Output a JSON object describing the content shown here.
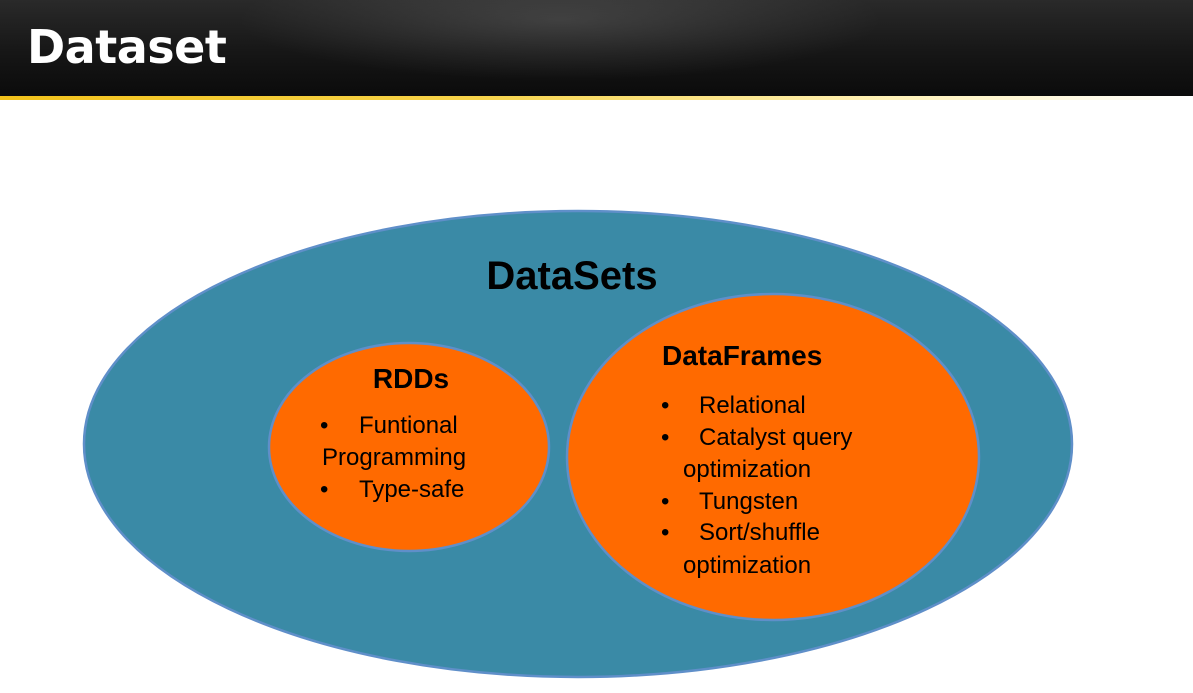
{
  "header": {
    "title": "Dataset"
  },
  "diagram": {
    "outer": {
      "label": "DataSets",
      "color": "#3a8aa6"
    },
    "rdds": {
      "label": "RDDs",
      "color": "#ff6a00",
      "bullets": [
        [
          "Funtional",
          "Programming"
        ],
        [
          "Type-safe"
        ]
      ]
    },
    "dataframes": {
      "label": "DataFrames",
      "color": "#ff6a00",
      "bullets": [
        [
          "Relational"
        ],
        [
          "Catalyst query",
          "optimization"
        ],
        [
          "Tungsten"
        ],
        [
          "Sort/shuffle",
          "optimization"
        ]
      ]
    },
    "bullet_glyph": "•",
    "border_color": "#5f8fc9"
  }
}
